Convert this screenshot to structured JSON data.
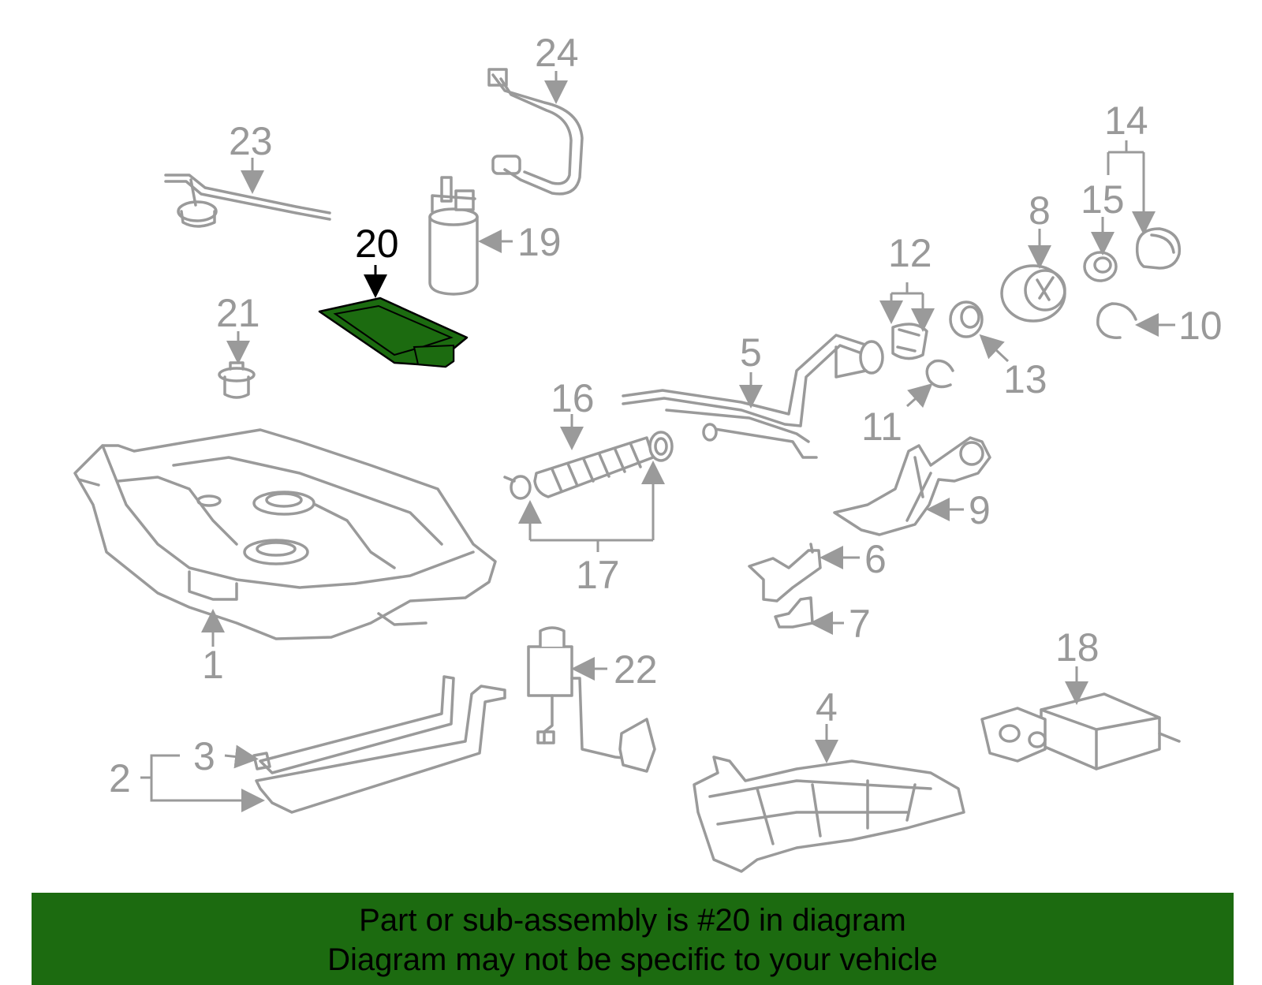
{
  "diagram": {
    "labels": {
      "p1": "1",
      "p2": "2",
      "p3": "3",
      "p4": "4",
      "p5": "5",
      "p6": "6",
      "p7": "7",
      "p8": "8",
      "p9": "9",
      "p10": "10",
      "p11": "11",
      "p12": "12",
      "p13": "13",
      "p14": "14",
      "p15": "15",
      "p16": "16",
      "p17": "17",
      "p18": "18",
      "p19": "19",
      "p20": "20",
      "p21": "21",
      "p22": "22",
      "p23": "23",
      "p24": "24"
    },
    "highlighted_part": "20",
    "highlight_color": "#1c6b10",
    "line_color": "#9a9a9a"
  },
  "banner": {
    "line1": "Part or sub-assembly is #20 in diagram",
    "line2": "Diagram may not be specific to your vehicle",
    "background": "#1c6b10"
  }
}
